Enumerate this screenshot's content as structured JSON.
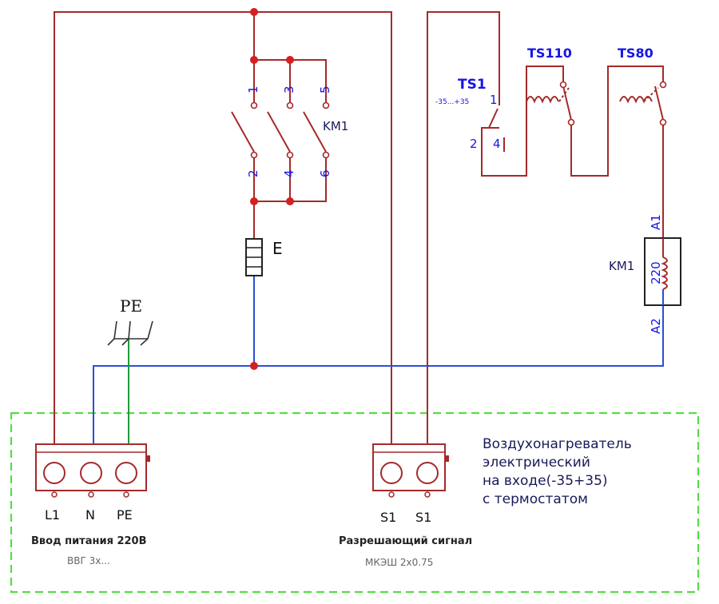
{
  "colors": {
    "phase": "#a52a2a",
    "neutral": "#2a4fd8",
    "earth": "#1f9a3a",
    "junction": "#d42020",
    "label_blue": "#1515e6",
    "label_dark": "#1a1a5a",
    "boundary": "#55dd44"
  },
  "contactor": {
    "label": "KM1",
    "top_pins": [
      "1",
      "3",
      "5"
    ],
    "bottom_pins": [
      "2",
      "4",
      "6"
    ]
  },
  "heater": {
    "label": "E"
  },
  "earth_symbol": {
    "label": "PE"
  },
  "thermostat": {
    "label": "TS1",
    "range": "-35...+35",
    "pin_1": "1",
    "pin_2": "2",
    "pin_4": "4"
  },
  "thermal_switches": [
    {
      "label": "TS110"
    },
    {
      "label": "TS80"
    }
  ],
  "coil": {
    "label": "KM1",
    "voltage": "220",
    "pin_top": "A1",
    "pin_bottom": "A2"
  },
  "power_terminal": {
    "pins": [
      "L1",
      "N",
      "PE"
    ],
    "title": "Ввод питания 220В",
    "cable": "ВВГ 3х..."
  },
  "signal_terminal": {
    "pins": [
      "S1",
      "S1"
    ],
    "title": "Разрешающий сигнал",
    "cable": "МКЭШ 2х0.75"
  },
  "description": [
    "Воздухонагреватель",
    "электрический",
    "на входе(-35+35)",
    "с термостатом"
  ]
}
